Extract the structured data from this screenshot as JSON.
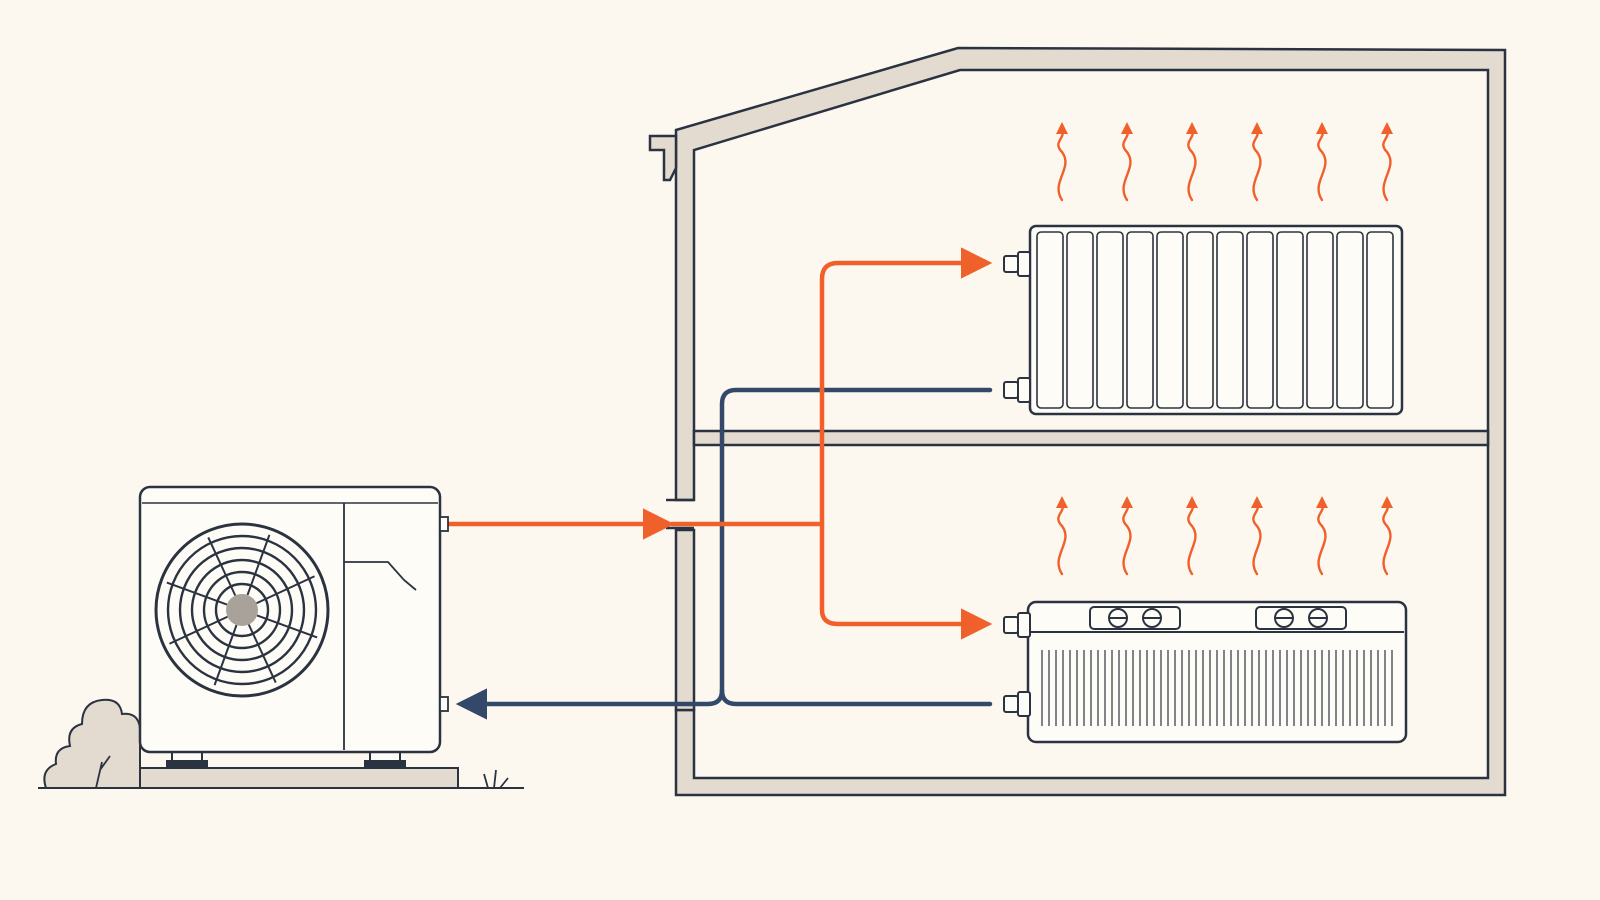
{
  "colors": {
    "background": "#fcf8f0",
    "ink": "#2b3340",
    "wall_fill": "#e3dbd0",
    "hot_pipe": "#f0602a",
    "cold_pipe": "#34496a",
    "heat_wave": "#f0602a",
    "fan_hub": "#a8a29a",
    "shrub": "#e3dbd0"
  },
  "components": {
    "outdoor_unit": {
      "icon": "heat-pump-outdoor-unit-icon",
      "fan": "fan-icon"
    },
    "upper_emitter": {
      "icon": "panel-radiator-icon",
      "heat_waves": 6
    },
    "lower_emitter": {
      "icon": "fan-convector-icon",
      "heat_waves": 6
    }
  },
  "flows": [
    {
      "name": "flow-pipe",
      "type": "hot",
      "from": "outdoor_unit",
      "to": [
        "upper_emitter",
        "lower_emitter"
      ]
    },
    {
      "name": "return-pipe",
      "type": "cold",
      "from": [
        "upper_emitter",
        "lower_emitter"
      ],
      "to": "outdoor_unit"
    }
  ]
}
